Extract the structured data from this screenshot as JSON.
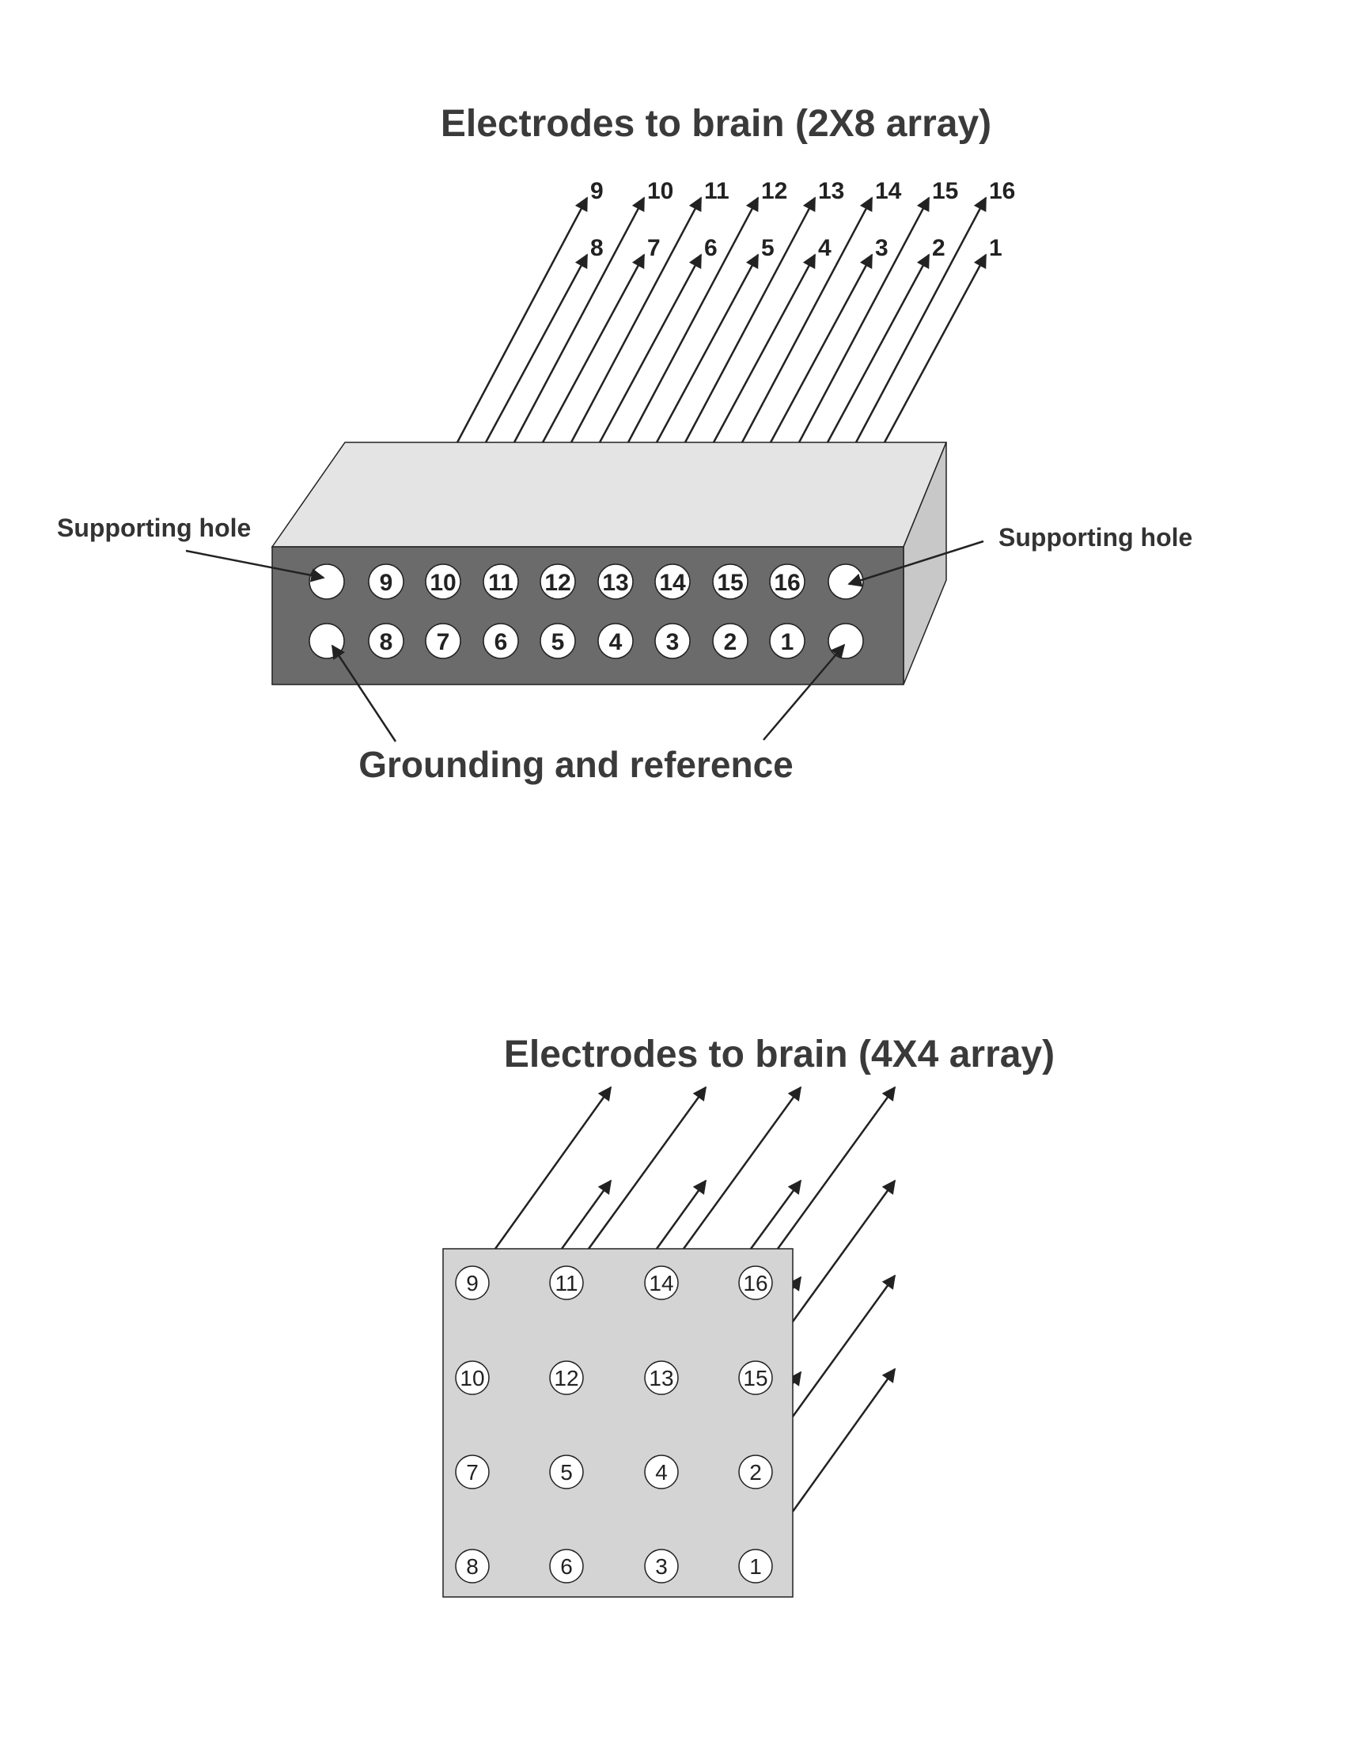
{
  "top_diagram": {
    "title": "Electrodes to brain (2X8 array)",
    "supporting_hole_left": "Supporting hole",
    "supporting_hole_right": "Supporting hole",
    "grounding_label": "Grounding and reference",
    "upper_row_pins": [
      "9",
      "10",
      "11",
      "12",
      "13",
      "14",
      "15",
      "16"
    ],
    "lower_row_pins": [
      "8",
      "7",
      "6",
      "5",
      "4",
      "3",
      "2",
      "1"
    ],
    "wire_labels_upper": [
      "9",
      "10",
      "11",
      "12",
      "13",
      "14",
      "15",
      "16"
    ],
    "wire_labels_lower": [
      "8",
      "7",
      "6",
      "5",
      "4",
      "3",
      "2",
      "1"
    ],
    "colors": {
      "front_face": "#6b6b6b",
      "top_face": "#e4e4e4",
      "side_face": "#c8c8c8"
    }
  },
  "bottom_diagram": {
    "title": "Electrodes to brain (4X4 array)",
    "grid_rows": [
      [
        "9",
        "11",
        "14",
        "16"
      ],
      [
        "10",
        "12",
        "13",
        "15"
      ],
      [
        "7",
        "5",
        "4",
        "2"
      ],
      [
        "8",
        "6",
        "3",
        "1"
      ]
    ],
    "colors": {
      "face": "#d4d4d4"
    }
  }
}
